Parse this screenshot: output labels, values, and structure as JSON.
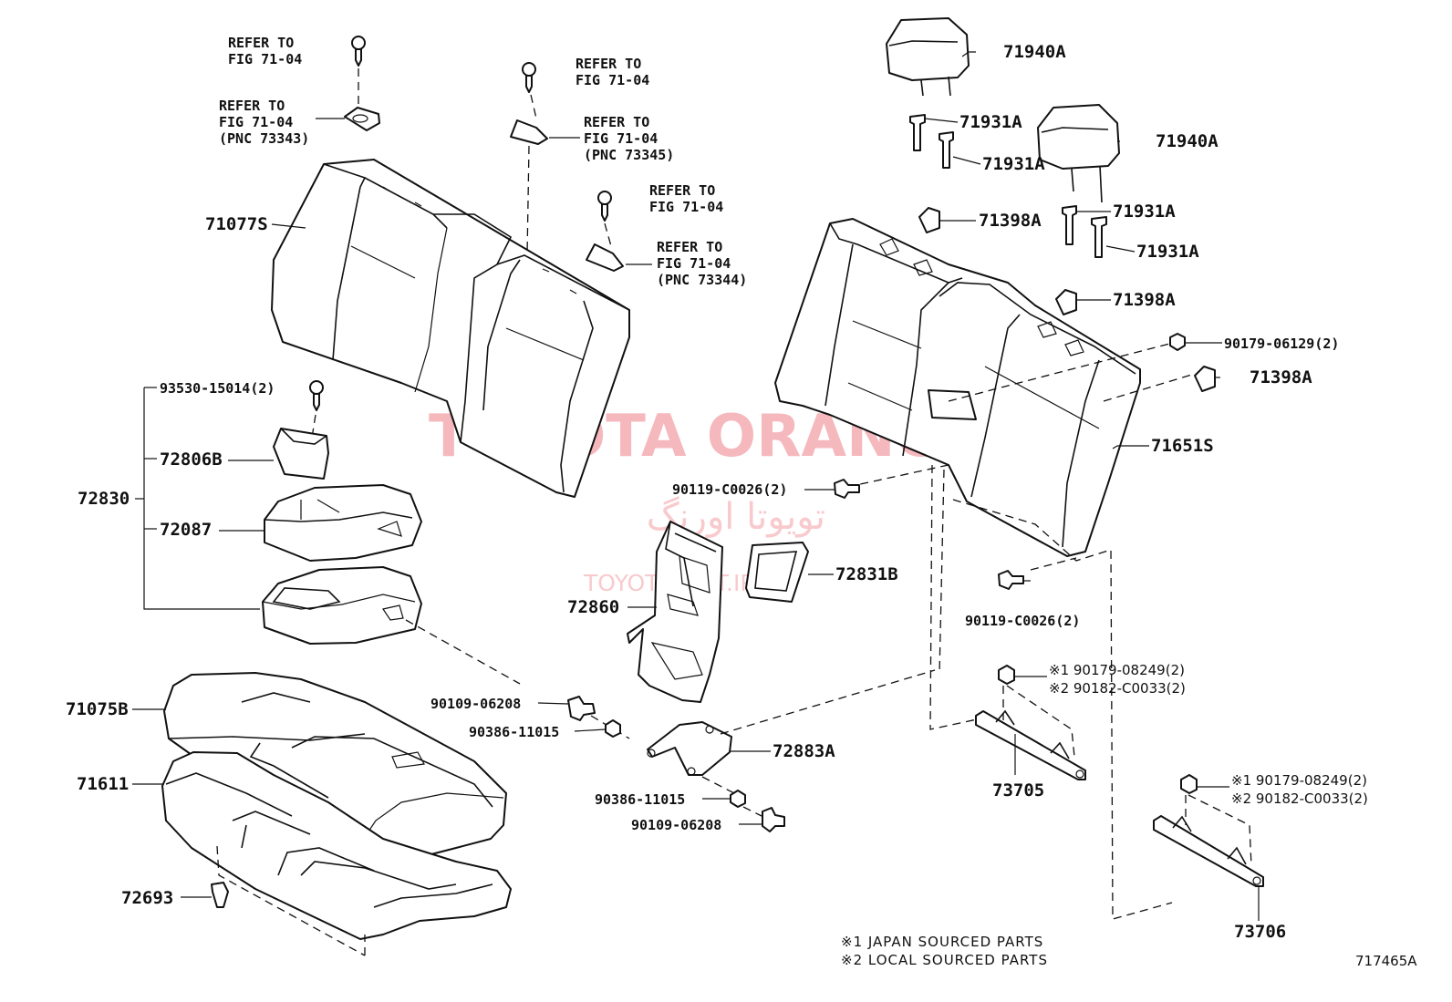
{
  "diagram": {
    "figure_code": "717465A",
    "notes": [
      "※1 JAPAN SOURCED PARTS",
      "※2 LOCAL SOURCED PARTS"
    ],
    "watermark": {
      "brand": "TOYOTA ORANG",
      "persian": "تویوتا اورنگ",
      "site": "TOYOTAPART.IR"
    },
    "refer": {
      "r1": [
        "REFER TO",
        "FIG 71-04"
      ],
      "r2": [
        "REFER TO",
        "FIG 71-04",
        "(PNC 73343)"
      ],
      "r3": [
        "REFER TO",
        "FIG 71-04"
      ],
      "r4": [
        "REFER TO",
        "FIG 71-04",
        "(PNC 73345)"
      ],
      "r5": [
        "REFER TO",
        "FIG 71-04"
      ],
      "r6": [
        "REFER TO",
        "FIG 71-04",
        "(PNC 73344)"
      ]
    },
    "parts": {
      "p71940a_1": "71940A",
      "p71940a_2": "71940A",
      "p71931a_1": "71931A",
      "p71931a_2": "71931A",
      "p71931a_3": "71931A",
      "p71931a_4": "71931A",
      "p71398a_1": "71398A",
      "p71398a_2": "71398A",
      "p71398a_3": "71398A",
      "p90179_06129": "90179-06129(2)",
      "p71651s": "71651S",
      "p71077s": "71077S",
      "p93530": "93530-15014(2)",
      "p72806b": "72806B",
      "p72830": "72830",
      "p72087": "72087",
      "p90119_1": "90119-C0026(2)",
      "p90119_2": "90119-C0026(2)",
      "p72831b": "72831B",
      "p72860": "72860",
      "p90179_08249_a": "※1 90179-08249(2)",
      "p90182_a": "※2 90182-C0033(2)",
      "p71075b": "71075B",
      "p90109_1": "90109-06208",
      "p90386_1": "90386-11015",
      "p72883a": "72883A",
      "p73705": "73705",
      "p71611": "71611",
      "p90179_08249_b": "※1 90179-08249(2)",
      "p90182_b": "※2 90182-C0033(2)",
      "p90386_2": "90386-11015",
      "p90109_2": "90109-06208",
      "p72693": "72693",
      "p73706": "73706"
    }
  }
}
